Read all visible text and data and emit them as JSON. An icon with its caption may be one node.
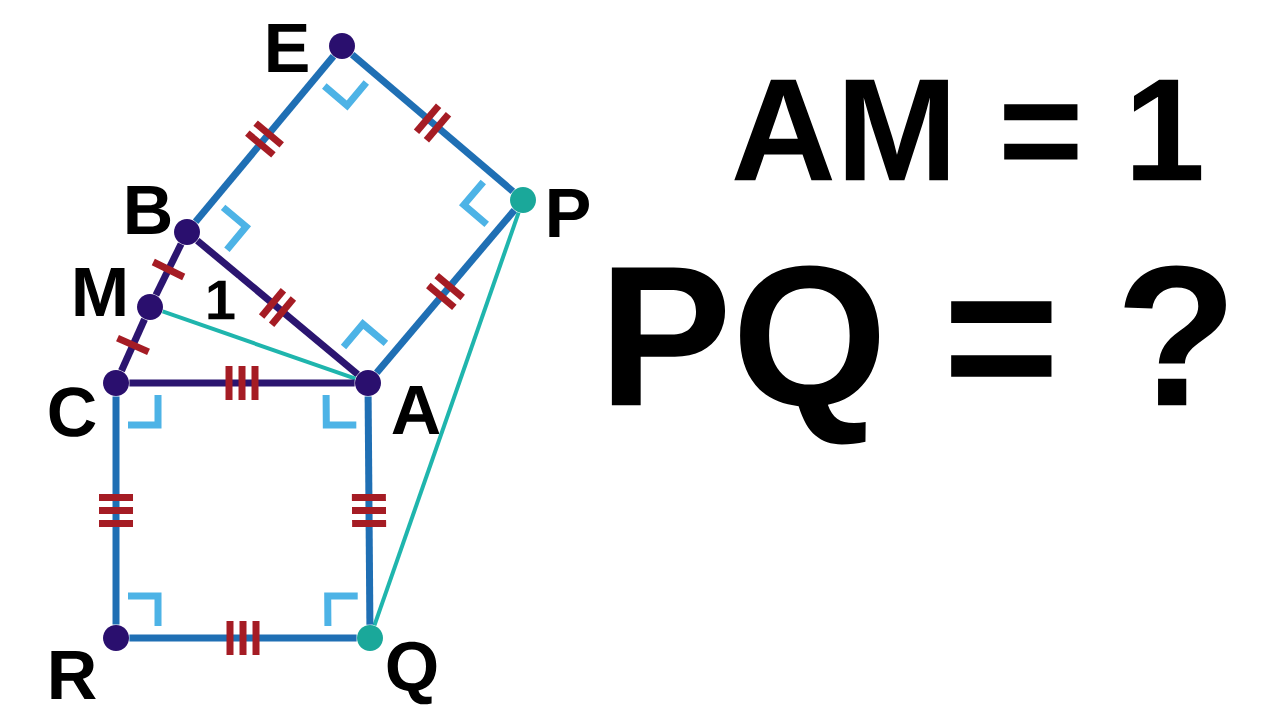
{
  "diagram": {
    "nodes": [
      {
        "text": [],
        "shape": "circle",
        "beside": [
          "E"
        ]
      },
      {
        "text": [],
        "shape": "circle",
        "beside": [
          "B"
        ]
      },
      {
        "text": [],
        "shape": "circle",
        "beside": [
          "P"
        ]
      },
      {
        "text": [],
        "shape": "circle",
        "beside": [
          "M"
        ]
      },
      {
        "text": [],
        "shape": "circle",
        "beside": [
          "C"
        ]
      },
      {
        "text": [],
        "shape": "circle",
        "beside": [
          "A"
        ]
      },
      {
        "text": [],
        "shape": "circle",
        "beside": [
          "R"
        ]
      },
      {
        "text": [],
        "shape": "circle",
        "beside": [
          "Q"
        ]
      }
    ],
    "edges": [
      {
        "from": 0,
        "to": 1,
        "arrow": "none"
      },
      {
        "from": 0,
        "to": 2,
        "arrow": "none"
      },
      {
        "from": 1,
        "to": 3,
        "arrow": "none",
        "color": "#2b1570"
      },
      {
        "from": 3,
        "to": 4,
        "arrow": "none",
        "color": "#2b1570"
      },
      {
        "from": 1,
        "to": 5,
        "arrow": "none",
        "color": "#2b1570"
      },
      {
        "from": 3,
        "to": 5,
        "arrow": "none",
        "label": "1",
        "color": "#1fb5ad"
      },
      {
        "from": 4,
        "to": 5,
        "arrow": "none",
        "color": "#2b1570"
      },
      {
        "from": 2,
        "to": 5,
        "arrow": "none"
      },
      {
        "from": 2,
        "to": 7,
        "arrow": "none",
        "color": "#1fb5ad"
      },
      {
        "from": 4,
        "to": 6,
        "arrow": "none"
      },
      {
        "from": 5,
        "to": 7,
        "arrow": "none"
      },
      {
        "from": 6,
        "to": 7,
        "arrow": "none"
      }
    ],
    "labels": [
      "AM = 1",
      "PQ = ?"
    ]
  }
}
